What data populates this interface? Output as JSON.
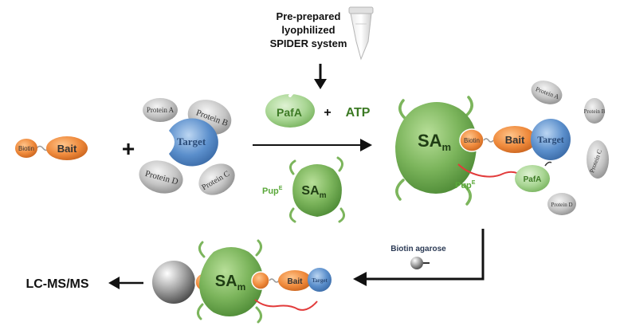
{
  "header": {
    "line1": "Pre-prepared",
    "line2": "lyophilized",
    "line3": "SPIDER system"
  },
  "left_group": {
    "biotin": "Biotin",
    "bait": "Bait",
    "plus": "+",
    "target": "Target",
    "protein_a": "Protein A",
    "protein_b": "Protein B",
    "protein_c": "Protein C",
    "protein_d": "Protein D"
  },
  "reagents": {
    "pafa": "PafA",
    "plus": "+",
    "atp": "ATP",
    "pup": "Pup",
    "pup_sup": "E",
    "sam_main": "SA",
    "sam_sub": "m"
  },
  "complex": {
    "sam_main": "SA",
    "sam_sub": "m",
    "biotin": "Biotin",
    "bait": "Bait",
    "target": "Target",
    "pafa": "PafA",
    "pup": "Pup",
    "pup_sup": "E",
    "protein_a": "Protein A",
    "protein_b": "Protein B",
    "protein_c": "Protein C",
    "protein_d": "Protein D"
  },
  "purification": {
    "agarose_label": "Biotin agarose",
    "sam_main": "SA",
    "sam_sub": "m",
    "bait": "Bait",
    "target": "Target"
  },
  "output": {
    "label": "LC-MS/MS"
  },
  "colors": {
    "green": "#7cb55c",
    "orange": "#ef8a3c",
    "blue": "#5b8fcc",
    "gray": "#c3c3c3",
    "green_text": "#5aa83a",
    "pafa_fill": "#a9d694"
  }
}
